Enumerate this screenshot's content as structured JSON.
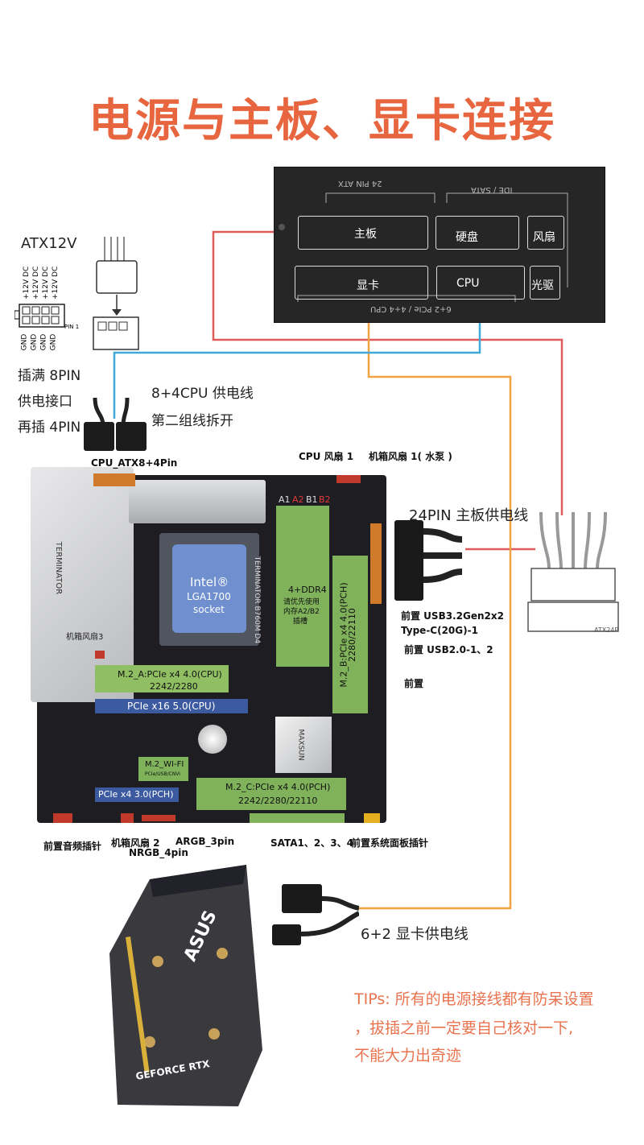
{
  "title": "电源与主板、显卡连接",
  "psu": {
    "silk_top_left": "24 PIN ATX",
    "silk_top_right": "IDE / SATA",
    "silk_bottom": "6+2 PCIe / 4+4 CPU",
    "ports": {
      "mainboard": "主板",
      "hdd": "硬盘",
      "fan": "风扇",
      "gpu": "显卡",
      "cpu": "CPU",
      "odd": "光驱"
    }
  },
  "atx12v": {
    "title": "ATX12V",
    "top_pins": [
      "+12V DC",
      "+12V DC",
      "+12V DC",
      "+12V DC"
    ],
    "bottom_pins": [
      "GND",
      "GND",
      "GND",
      "GND"
    ],
    "pin1": "PIN 1",
    "note": [
      "插满 8PIN",
      "供电接口",
      "再插 4PIN"
    ]
  },
  "cpu_cable": {
    "line1": "8+4CPU 供电线",
    "line2": "第二组线拆开"
  },
  "mb_labels": {
    "cpu_atx": "CPU_ATX8+4Pin",
    "cpu_fan": "CPU 风扇 1",
    "sys_fan1": "机箱风扇 1( 水泵 )",
    "atx24_title": "24PIN 主板供电线",
    "atx24_conn": "ATX24P",
    "usb32": "前置 USB3.2Gen2x2",
    "typec": "Type-C(20G)-1",
    "usb20": "前置 USB2.0-1、2",
    "front": "前置",
    "front_audio": "前置音频插针",
    "sys_fan2": "机箱风扇 2",
    "nrgb": "NRGB_4pin",
    "argb": "ARGB_3pin",
    "sata": "SATA1、2、3、4",
    "front_panel": "前置系统面板插针"
  },
  "mb_board": {
    "intel": "Intel®",
    "socket": "LGA1700",
    "socket2": "socket",
    "ddr_slots": [
      "A1",
      "A2",
      "B1",
      "B2"
    ],
    "ddr_note": [
      "4+DDR4",
      "请优先使用",
      "内存A2/B2",
      "插槽"
    ],
    "m2a": [
      "M.2_A:PCIe x4 4.0(CPU)",
      "2242/2280"
    ],
    "pcie16": "PCIe x16 5.0(CPU)",
    "m2b": [
      "M.2_B:PCIe x4 4.0(PCH)",
      "2280/22110"
    ],
    "m2wifi": [
      "M.2_WI-FI",
      "PCIe/USB/CNVi"
    ],
    "pcie4": "PCIe x4 3.0(PCH)",
    "m2c": [
      "M.2_C:PCIe x4 4.0(PCH)",
      "2242/2280/22110"
    ],
    "sys_fan3": "机箱风扇3",
    "heatsink": "TERMINATOR",
    "brand": "MAXSUN",
    "model": "TERMINATOR B760M D4",
    "pch_logo": "MAXSUN"
  },
  "gpu": {
    "cable": "6+2 显卡供电线",
    "brand": "ASUS",
    "model": "GEFORCE RTX"
  },
  "tips": [
    "TIPs: 所有的电源接线都有防呆设置",
    "，拔插之前一定要自己核对一下,",
    "不能大力出奇迹"
  ],
  "colors": {
    "title": "#e8663f",
    "line_red": "#e05a5a",
    "line_orange": "#f0a340",
    "line_blue": "#3fa9d8",
    "mb_green": "#7fb25a",
    "socket_blue": "#6f8fcf"
  }
}
